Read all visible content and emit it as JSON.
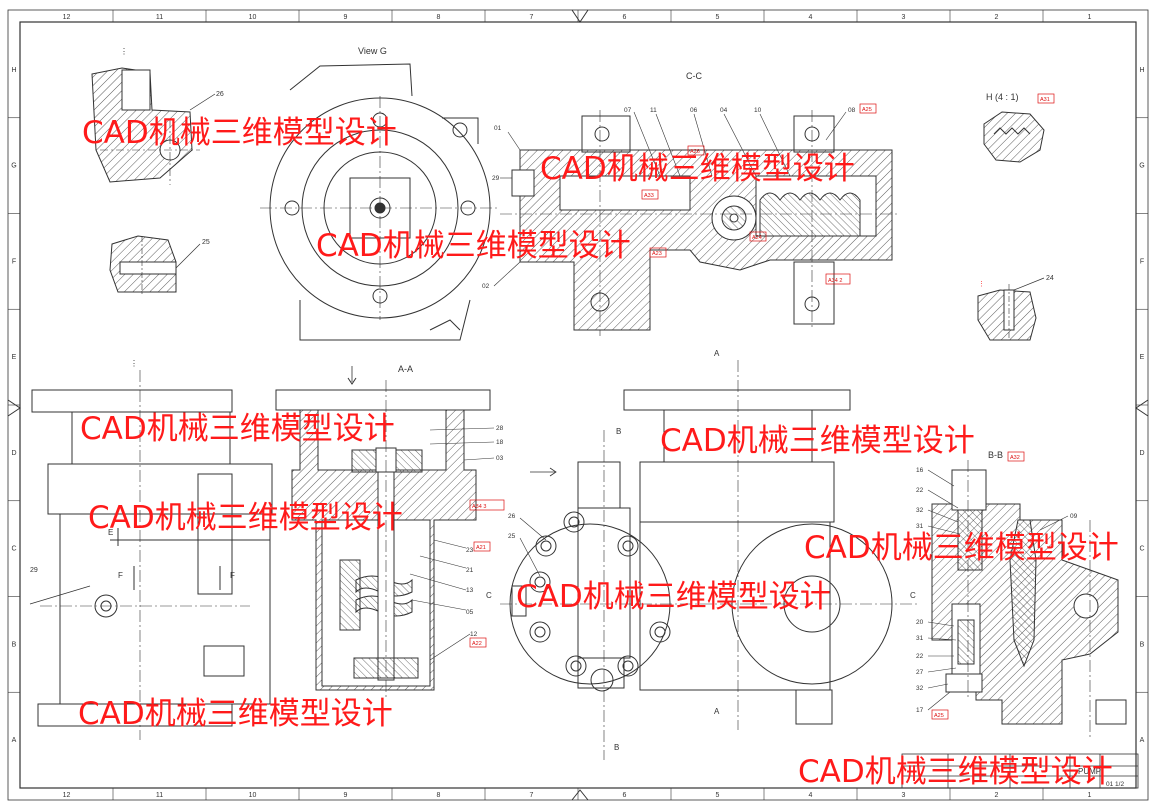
{
  "border": {
    "columns": [
      "12",
      "11",
      "10",
      "9",
      "8",
      "7",
      "6",
      "5",
      "4",
      "3",
      "2",
      "1"
    ],
    "rows": [
      "H",
      "G",
      "F",
      "E",
      "D",
      "C",
      "B",
      "A"
    ]
  },
  "views": {
    "view_g": "View G",
    "section_cc": "C-C",
    "detail_h": "H (4 : 1)",
    "section_aa": "A-A",
    "section_bb": "B-B",
    "cut_a": "A",
    "cut_b": "B",
    "cut_c": "C",
    "cut_e": "E",
    "cut_f": "F"
  },
  "balloons": {
    "b26": "26",
    "b25": "25",
    "b24": "24",
    "b01": "01",
    "b29": "29",
    "b02": "02",
    "b07": "07",
    "b11": "11",
    "b06": "06",
    "b04": "04",
    "b10": "10",
    "b08": "08",
    "b28": "28",
    "b18": "18",
    "b03": "03",
    "b23": "23",
    "b21": "21",
    "b13": "13",
    "b05": "05",
    "b12": "12",
    "b29l": "29",
    "b26c": "26",
    "b25c": "25",
    "b16": "16",
    "b22": "22",
    "b32": "32",
    "b31": "31",
    "b09": "09",
    "b20": "20",
    "b31b": "31",
    "b22b": "22",
    "b27": "27",
    "b32b": "32",
    "b17": "17"
  },
  "tags": {
    "a26": "A26",
    "a25": "A25",
    "a33": "A33",
    "a24": "A24",
    "a23": "A23",
    "a34_2": "A34 2",
    "a31": "A31",
    "a34_3": "A34 3",
    "a21": "A21",
    "a22": "A22",
    "a32": "A32",
    "a25b": "A25"
  },
  "title_block": {
    "name": "PUMP",
    "sheet": "01 1/2"
  },
  "watermark": "CAD机械三维模型设计"
}
